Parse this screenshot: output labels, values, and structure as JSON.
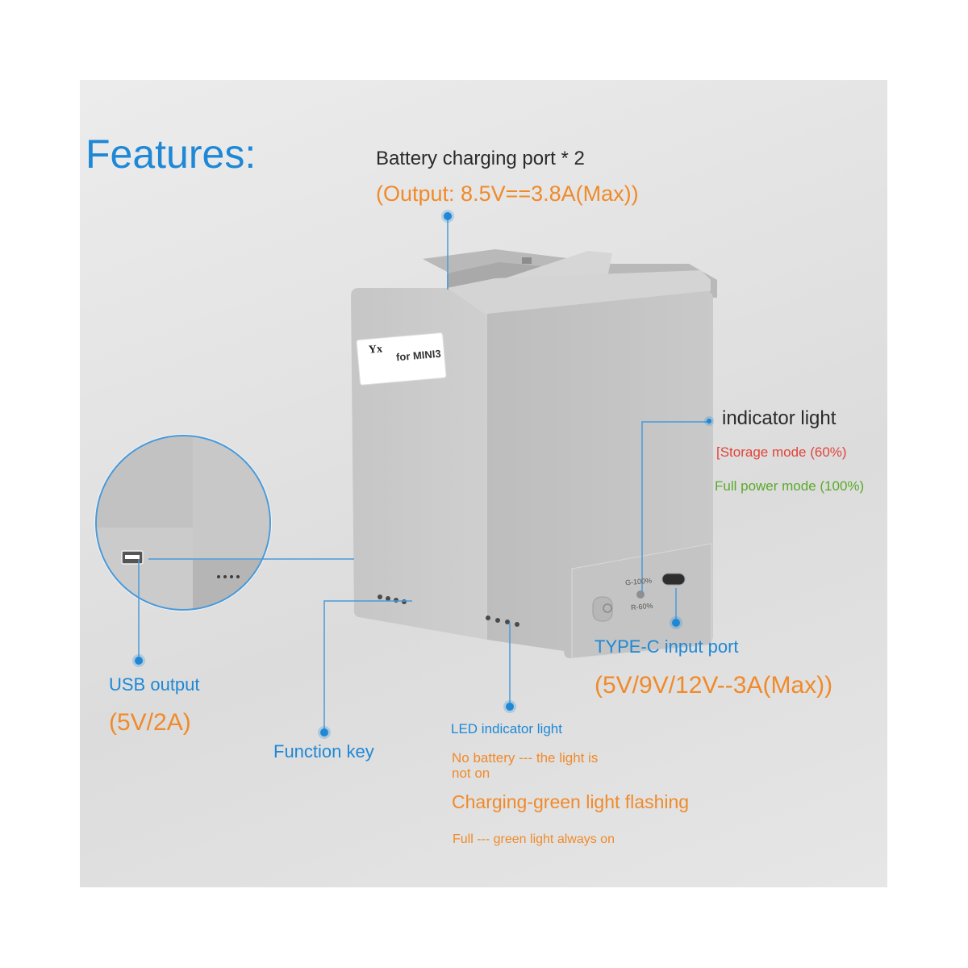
{
  "title": "Features:",
  "product_label": {
    "brand": "Yx",
    "model": "for MINI3"
  },
  "device_markings": {
    "green": "G-100%",
    "red": "R-60%"
  },
  "callouts": {
    "charging_port": {
      "label": "Battery charging port * 2",
      "spec": "(Output: 8.5V==3.8A(Max))"
    },
    "indicator": {
      "label": "indicator light",
      "storage": "[Storage mode (60%)",
      "full": "Full power mode (100%)"
    },
    "usb": {
      "label": "USB output",
      "spec": "(5V/2A)"
    },
    "function_key": {
      "label": "Function key"
    },
    "led": {
      "label": "LED indicator light",
      "no_battery": "No battery --- the light is not on",
      "charging": "Charging-green light flashing",
      "full": "Full --- green light always on"
    },
    "typec": {
      "label": "TYPE-C input port",
      "spec": "(5V/9V/12V--3A(Max))"
    }
  },
  "colors": {
    "accent_blue": "#1e88d6",
    "orange": "#f08a2a",
    "red": "#e0453a",
    "green": "#5aaa2a",
    "device_gray": "#c9c9c9"
  }
}
